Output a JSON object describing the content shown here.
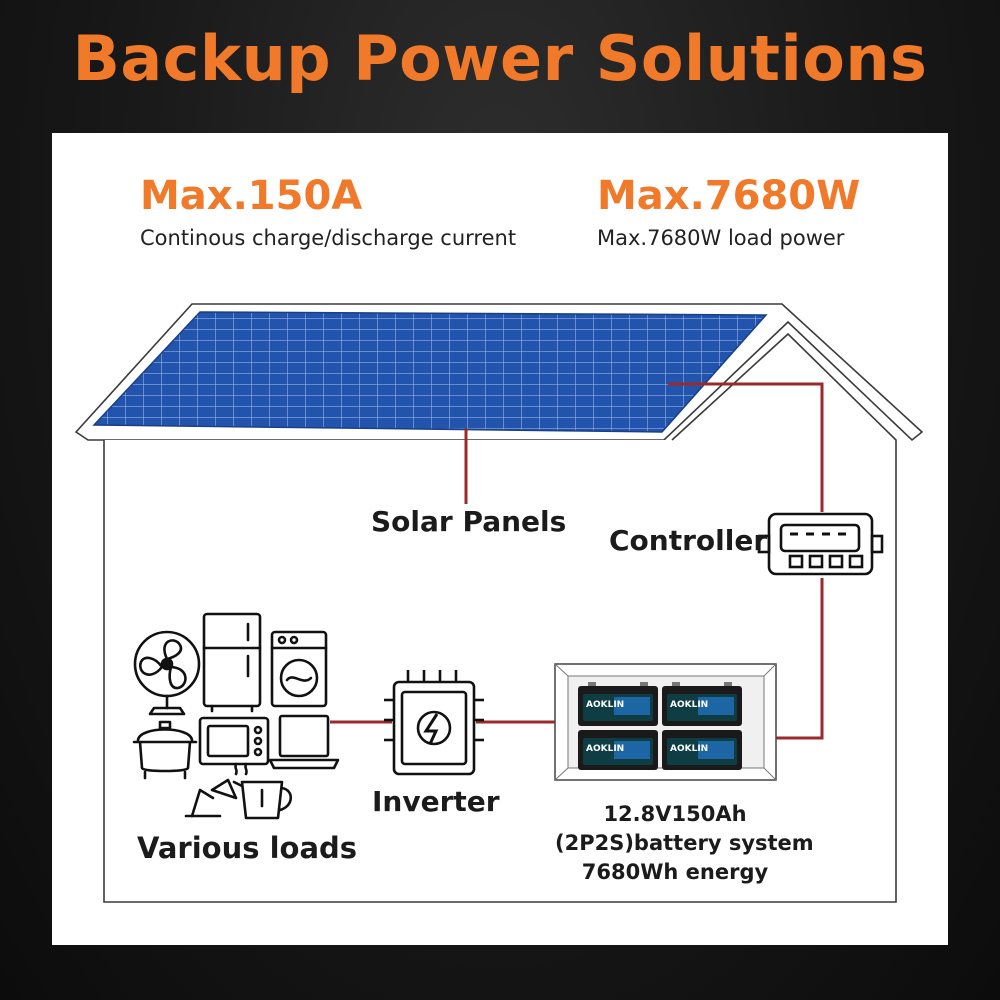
{
  "title": "Backup Power Solutions",
  "specs": {
    "current": {
      "value": "Max.150A",
      "caption": "Continous charge/discharge current"
    },
    "power": {
      "value": "Max.7680W",
      "caption": "Max.7680W load power"
    }
  },
  "labels": {
    "solar_panels": "Solar Panels",
    "controller": "Controller",
    "inverter": "Inverter",
    "loads": "Various loads"
  },
  "battery": {
    "line1": "12.8V150Ah",
    "line2": "(2P2S)battery system",
    "line3": "7680Wh energy",
    "brand": "AOKLIN"
  },
  "colors": {
    "accent": "#f07a2a",
    "wire": "#9b2a2a",
    "panel_blue": "#1f4fa3",
    "battery_body": "#1a1a1a"
  },
  "icons": {
    "fan": "fan-icon",
    "fridge": "fridge-icon",
    "washer": "washing-machine-icon",
    "rice_cooker": "rice-cooker-icon",
    "microwave": "microwave-icon",
    "laptop": "laptop-icon",
    "lamp": "desk-lamp-icon",
    "kettle": "kettle-icon",
    "inverter": "inverter-icon",
    "controller": "controller-icon"
  }
}
